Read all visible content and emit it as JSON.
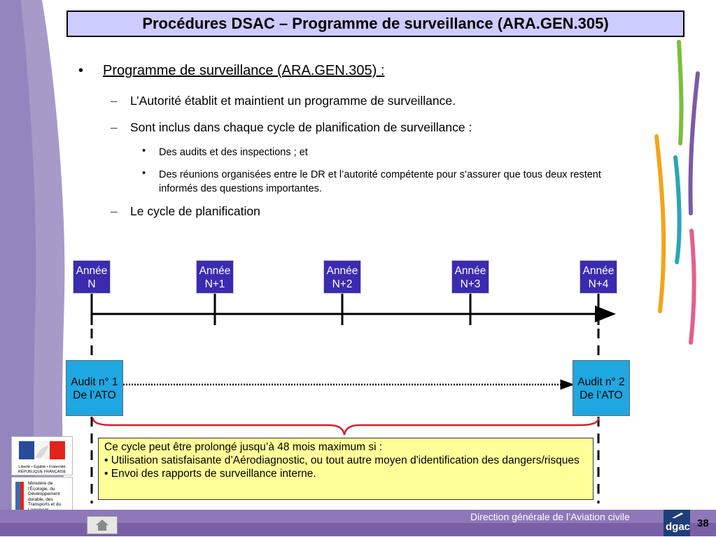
{
  "slide": {
    "title": "Procédures DSAC – Programme de surveillance (ARA.GEN.305)",
    "page_number": "38",
    "footer": "Direction générale de l’Aviation civile"
  },
  "body": {
    "heading": "Programme de surveillance (ARA.GEN.305) :",
    "bullet1": "L’Autorité établit et maintient un programme de surveillance.",
    "bullet2": "Sont inclus dans chaque cycle de planification de surveillance :",
    "sub1": "Des audits et des inspections ; et",
    "sub2": "Des réunions organisées entre le DR et l’autorité compétente pour s’assurer que tous deux restent informés des questions importantes.",
    "bullet3": "Le cycle de planification"
  },
  "diagram": {
    "years": [
      {
        "line1": "Année",
        "line2": "N"
      },
      {
        "line1": "Année",
        "line2": "N+1"
      },
      {
        "line1": "Année",
        "line2": "N+2"
      },
      {
        "line1": "Année",
        "line2": "N+3"
      },
      {
        "line1": "Année",
        "line2": "N+4"
      }
    ],
    "audit1": {
      "line1": "Audit n° 1",
      "line2": "De l’ATO"
    },
    "audit2": {
      "line1": "Audit n° 2",
      "line2": "De l’ATO"
    },
    "note_lines": [
      "Ce cycle peut être prolongé jusqu’à 48 mois maximum si :",
      "• Utilisation satisfaisante d’Aérodiagnostic, ou tout autre moyen d'identification des dangers/risques",
      "• Envoi des rapports de surveillance interne."
    ]
  },
  "logos": {
    "republique": "Liberté • Égalité • Fraternité RÉPUBLIQUE FRANÇAISE",
    "ministere": "Ministère de l'Écologie, du Développement durable, des Transports et du Logement",
    "dgac": "dgac"
  },
  "colors": {
    "title_bg": "#ccccff",
    "year_bg": "#3a2bb0",
    "audit_bg": "#1ea7e1",
    "note_bg": "#ffff99",
    "footer_bg": "#7a5fa6",
    "brace": "#d4202a"
  }
}
